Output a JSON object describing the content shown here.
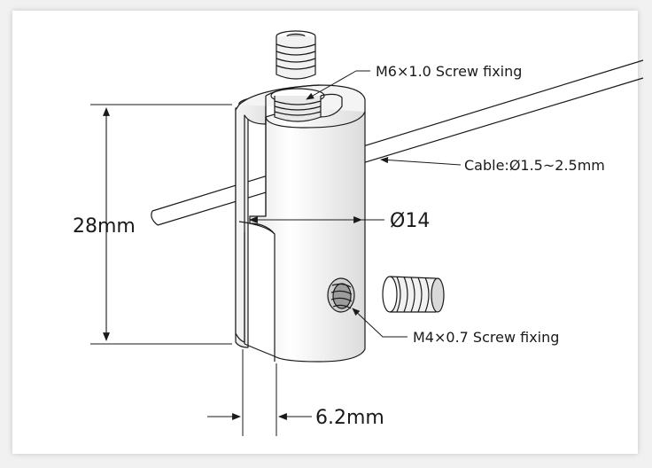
{
  "labels": {
    "top_screw": "M6×1.0 Screw fixing",
    "cable": "Cable:Ø1.5~2.5mm",
    "diameter": "Ø14",
    "height": "28mm",
    "side_screw": "M4×0.7 Screw fixing",
    "slot_width": "6.2mm"
  },
  "colors": {
    "line": "#1a1a1a",
    "background": "#ffffff",
    "page": "#f1f1f1"
  }
}
